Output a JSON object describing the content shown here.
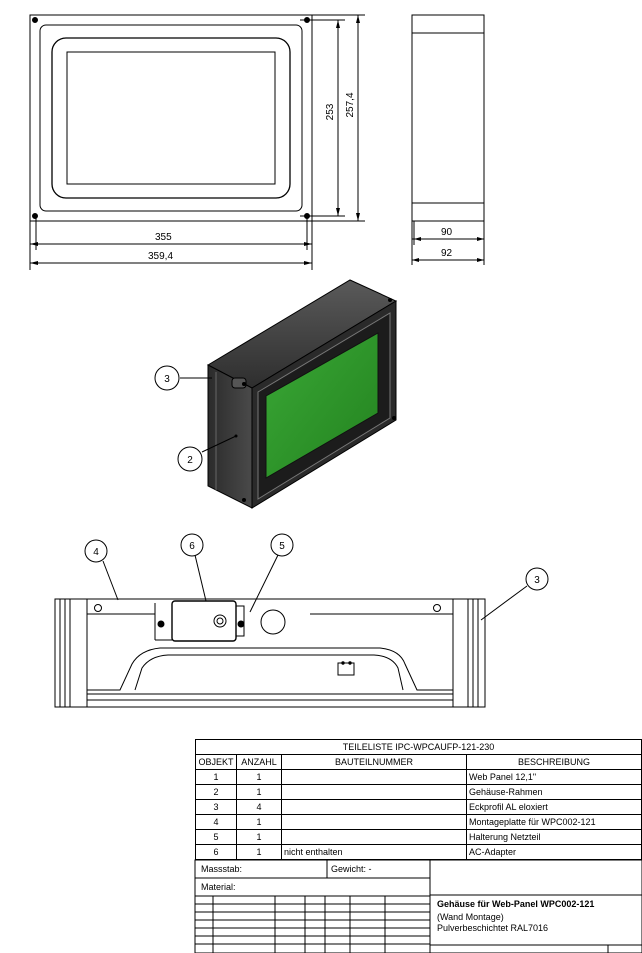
{
  "dimensions": {
    "front_width_inner": "355",
    "front_width_outer": "359,4",
    "front_height_inner": "253",
    "front_height_outer": "257,4",
    "side_depth_inner": "90",
    "side_depth_outer": "92"
  },
  "callouts": {
    "iso_top": "3",
    "iso_side": "2",
    "section_left": "4",
    "section_mid": "6",
    "section_right_mid": "5",
    "section_right": "3"
  },
  "parts_list": {
    "title": "TEILELISTE IPC-WPCAUFP-121-230",
    "headers": [
      "OBJEKT",
      "ANZAHL",
      "BAUTEILNUMMER",
      "BESCHREIBUNG"
    ],
    "rows": [
      {
        "objekt": "1",
        "anzahl": "1",
        "bauteilnummer": "",
        "beschreibung": "Web Panel 12,1\""
      },
      {
        "objekt": "2",
        "anzahl": "1",
        "bauteilnummer": "",
        "beschreibung": "Gehäuse-Rahmen"
      },
      {
        "objekt": "3",
        "anzahl": "4",
        "bauteilnummer": "",
        "beschreibung": "Eckprofil AL eloxiert"
      },
      {
        "objekt": "4",
        "anzahl": "1",
        "bauteilnummer": "",
        "beschreibung": "Montageplatte für WPC002-121"
      },
      {
        "objekt": "5",
        "anzahl": "1",
        "bauteilnummer": "",
        "beschreibung": "Halterung Netzteil"
      },
      {
        "objekt": "6",
        "anzahl": "1",
        "bauteilnummer": "nicht enthalten",
        "beschreibung": "AC-Adapter"
      }
    ]
  },
  "title_block": {
    "massstab_label": "Massstab:",
    "gewicht_label": "Gewicht: -",
    "material_label": "Material:",
    "title": "Gehäuse für Web-Panel WPC002-121",
    "line2": "(Wand Montage)",
    "line3": "Pulverbeschichtet RAL7016"
  },
  "colors": {
    "screen_green": "#2f9e2a",
    "housing_dark": "#3a3a3a",
    "line": "#000000"
  }
}
